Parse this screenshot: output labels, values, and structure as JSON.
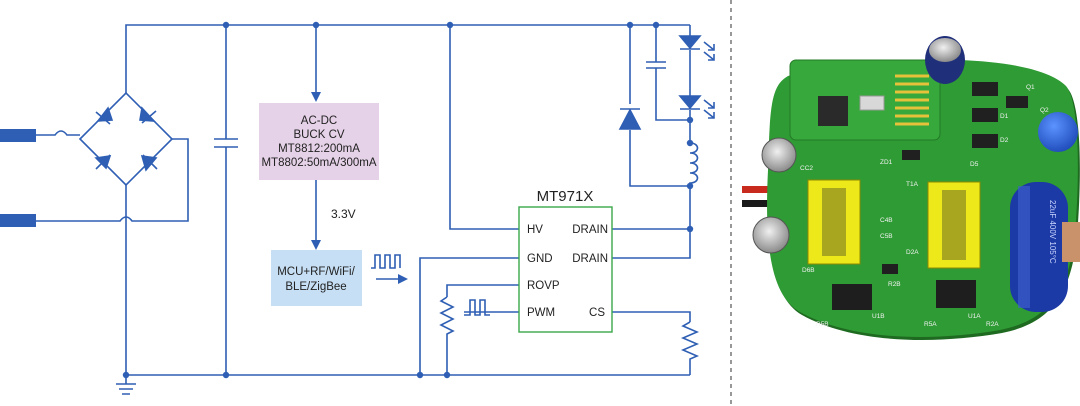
{
  "converter_box": {
    "line1": "AC-DC",
    "line2": "BUCK  CV",
    "line3": "MT8812:200mA",
    "line4": "MT8802:50mA/300mA"
  },
  "supply_label": "3.3V",
  "mcu_box": {
    "line1": "MCU+RF/WiFi/",
    "line2": "BLE/ZigBee"
  },
  "driver_ic": {
    "name": "MT971X",
    "pins_left": [
      "HV",
      "GND",
      "ROVP",
      "PWM"
    ],
    "pins_right": [
      "DRAIN",
      "DRAIN",
      "CS"
    ]
  },
  "pcb_photo": {
    "markings": [
      "Q1",
      "Q2",
      "T1A",
      "ZD1",
      "D1",
      "D2",
      "D5",
      "R5B",
      "R5A",
      "U1B",
      "U1A",
      "R2A",
      "R2B",
      "D2A",
      "D6B",
      "C5B",
      "C4B",
      "CC2"
    ],
    "capacitor_print": "22uF 400V 105°C"
  },
  "colors": {
    "wire": "#2f5fb4",
    "converter_fill": "#e6d2e8",
    "mcu_fill": "#c7dff4",
    "ic_border": "#3aa84a",
    "pcb_green": "#2f9b34",
    "transformer_yellow": "#ece81a",
    "divider": "#555555"
  }
}
